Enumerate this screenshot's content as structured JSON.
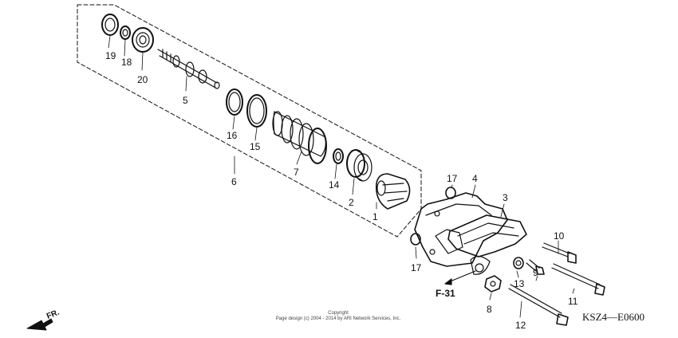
{
  "diagram": {
    "callouts": {
      "c1": "1",
      "c2": "2",
      "c3": "3",
      "c4": "4",
      "c5": "5",
      "c6": "6",
      "c7": "7",
      "c8": "8",
      "c9": "9",
      "c10": "10",
      "c11": "11",
      "c12": "12",
      "c13": "13",
      "c14": "14",
      "c15": "15",
      "c16": "16",
      "c17a": "17",
      "c17b": "17",
      "c18": "18",
      "c19": "19",
      "c20": "20"
    },
    "reference": "F-31",
    "diagram_code": "KSZ4—E0600",
    "direction_label": "FR.",
    "copyright_line1": "Copyright",
    "copyright_line2": "Page design (c) 2004 - 2014 by ARI Network Services, Inc."
  }
}
